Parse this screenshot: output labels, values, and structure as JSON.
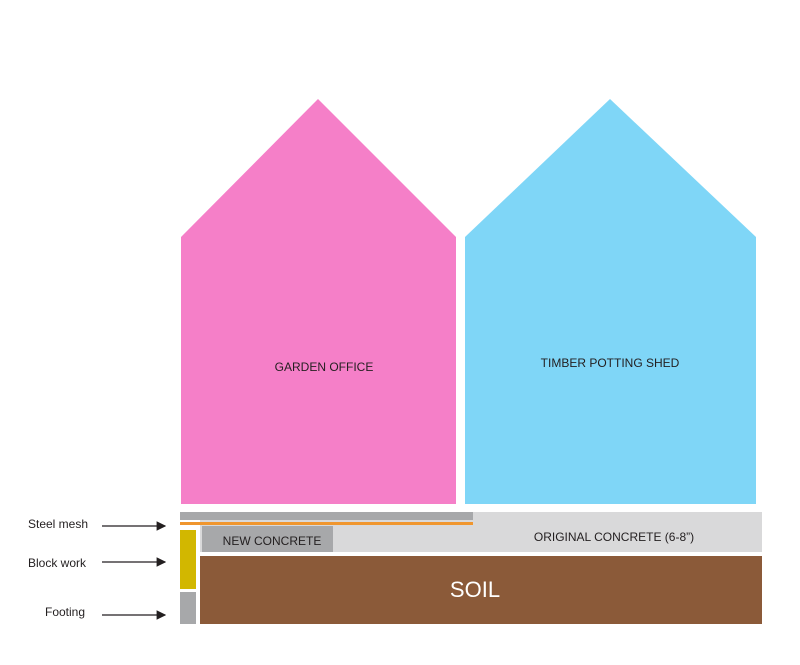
{
  "labels": {
    "garden_office": "GARDEN OFFICE",
    "timber_potting_shed": "TIMBER POTTING SHED",
    "new_concrete": "NEW CONCRETE",
    "original_concrete": "ORIGINAL CONCRETE (6-8”)",
    "soil": "SOIL",
    "steel_mesh": "Steel mesh",
    "block_work": "Block work",
    "footing": "Footing"
  },
  "colors": {
    "garden_office": "#f57fc8",
    "timber_potting_shed": "#7fd6f7",
    "original_concrete": "#d9d9da",
    "new_concrete": "#a7a8aa",
    "soil": "#8b5a39",
    "block_work": "#d2b700",
    "footing": "#a7a8aa",
    "steel_mesh": "#f0962e",
    "slab_cap": "#a7a8aa"
  }
}
